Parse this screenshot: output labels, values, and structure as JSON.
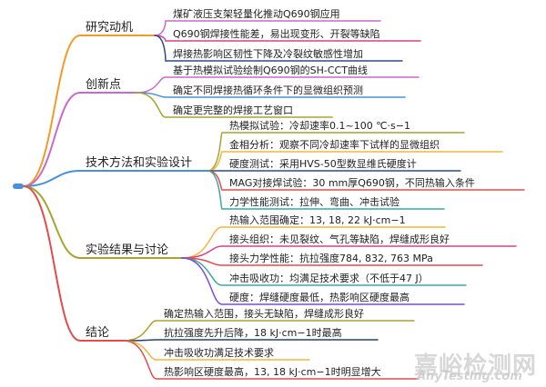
{
  "colors": {
    "orange": "#f59a23",
    "purple": "#c86ac9",
    "blue": "#4a90d9",
    "magenta": "#d6428a",
    "olive": "#a7a52c",
    "amber": "#f3b53f",
    "red": "#e44b4b",
    "violet": "#7c4bd8",
    "teal": "#3aa7a4",
    "darkblue": "#2f4a8a",
    "navy": "#2b3f73"
  },
  "branches": [
    {
      "label": "研究动机",
      "color": "orange",
      "leaves": [
        {
          "label": "煤矿液压支架轻量化推动Q690钢应用",
          "color": "purple"
        },
        {
          "label": "Q690钢焊接性能差，易出现变形、开裂等缺陷",
          "color": "magenta"
        },
        {
          "label": "焊接热影响区韧性下降及冷裂纹敏感性增加",
          "color": "darkblue"
        }
      ]
    },
    {
      "label": "创新点",
      "color": "purple",
      "leaves": [
        {
          "label": "基于热模拟试验绘制Q690钢的SH-CCT曲线",
          "color": "purple"
        },
        {
          "label": "确定不同焊接热循环条件下的显微组织预测",
          "color": "blue"
        },
        {
          "label": "确定更完整的焊接工艺窗口",
          "color": "olive"
        }
      ]
    },
    {
      "label": "技术方法和实验设计",
      "color": "blue",
      "leaves": [
        {
          "label": "热模拟试验：冷却速率0.1~100 ℃·s−1",
          "color": "olive"
        },
        {
          "label": "金相分析：观察不同冷却速率下试样的显微组织",
          "color": "amber"
        },
        {
          "label": "硬度测试：采用HVS-50型数显维氏硬度计",
          "color": "darkblue"
        },
        {
          "label": "MAG对接焊试验：30 mm厚Q690钢，不同热输入条件",
          "color": "red"
        },
        {
          "label": "力学性能测试：拉伸、弯曲、冲击试验",
          "color": "teal"
        }
      ]
    },
    {
      "label": "实验结果与讨论",
      "color": "olive",
      "leaves": [
        {
          "label": "热输入范围确定：13, 18, 22 kJ·cm−1",
          "color": "amber"
        },
        {
          "label": "接头组织：未见裂纹、气孔等缺陷，焊缝成形良好",
          "color": "magenta"
        },
        {
          "label": "接头力学性能：抗拉强度784, 832, 763 MPa",
          "color": "red"
        },
        {
          "label": "冲击吸收功：均满足技术要求（不低于47 J）",
          "color": "teal"
        },
        {
          "label": "硬度：焊缝硬度最低，热影响区硬度最高",
          "color": "violet"
        }
      ]
    },
    {
      "label": "结论",
      "color": "red",
      "leaves": [
        {
          "label": "确定热输入范围，接头无缺陷，焊缝成形良好",
          "color": "olive"
        },
        {
          "label": "抗拉强度先升后降，18 kJ·cm−1时最高",
          "color": "navy"
        },
        {
          "label": "冲击吸收功满足技术要求",
          "color": "amber"
        },
        {
          "label": "热影响区硬度最高，13, 18 kJ·cm−1时明显增大",
          "color": "red"
        }
      ]
    }
  ],
  "watermark": {
    "cn": "嘉峪检测网",
    "en": "AnyTesting.com"
  }
}
